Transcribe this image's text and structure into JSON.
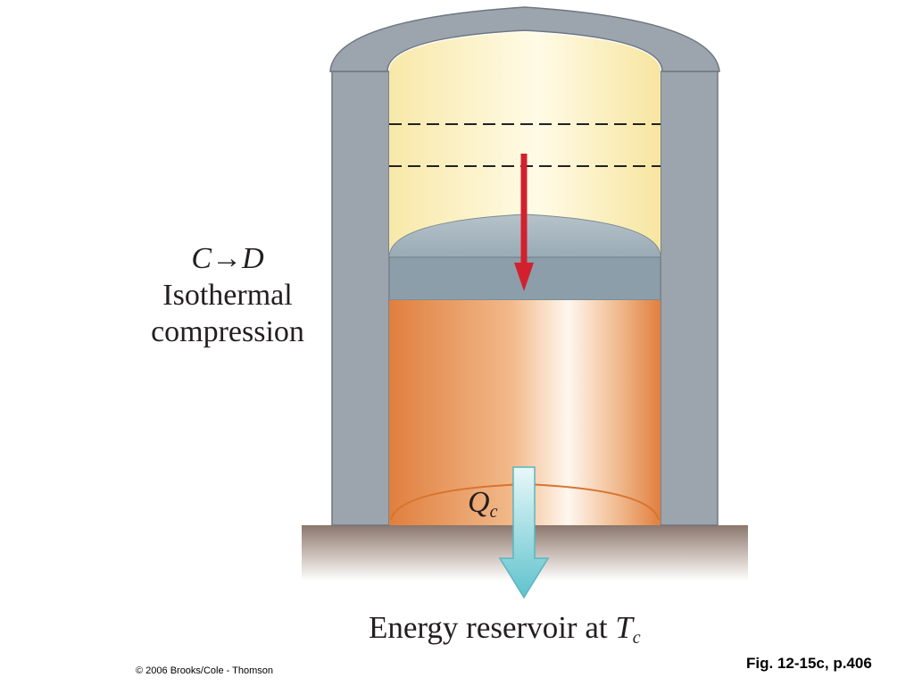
{
  "labels": {
    "process_from": "C",
    "process_arrow": "→",
    "process_to": "D",
    "process_line1": "Isothermal",
    "process_line2": "compression",
    "heat_symbol": "Q",
    "heat_subscript": "c",
    "reservoir_text": "Energy reservoir at ",
    "reservoir_T": "T",
    "reservoir_T_subscript": "c",
    "copyright": "© 2006 Brooks/Cole - Thomson",
    "figure_ref": "Fig. 12-15c, p.406"
  },
  "colors": {
    "cylinder_wall": "#9ca5ad",
    "gas_light": "#fdf6c9",
    "gas_charge": "#e9894a",
    "piston": "#8c9ea9",
    "work_arrow": "#d3202f",
    "heat_arrow": "#6cc7d1",
    "reservoir": "#8c7b72"
  }
}
